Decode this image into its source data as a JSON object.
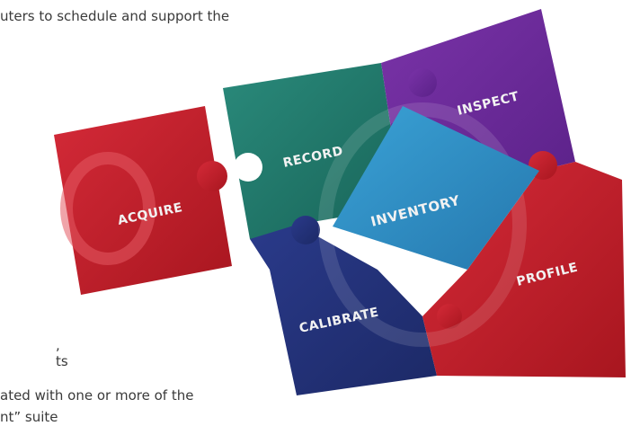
{
  "text": {
    "line_top": "uters to schedule and support the",
    "frag_comma": ",",
    "frag_ts": "ts",
    "line_bottom": "ated with one or more of the",
    "line_cut": "nt” suite"
  },
  "puzzle": {
    "pieces": [
      "ACQUIRE",
      "RECORD",
      "INSPECT",
      "INVENTORY",
      "PROFILE",
      "CALIBRATE"
    ],
    "colors": {
      "red": "#c8202e",
      "teal": "#1f7a6c",
      "purple": "#6d2a9a",
      "navy": "#23327a",
      "blue": "#2f8fc7"
    }
  }
}
